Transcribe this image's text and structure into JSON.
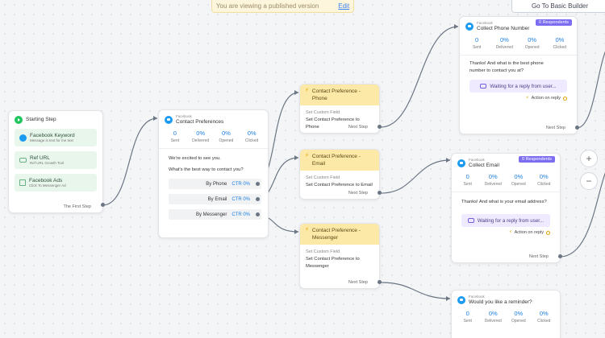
{
  "banner": {
    "text": "You are viewing a published version",
    "link": "Edit"
  },
  "basic_builder_label": "Go To Basic Builder",
  "zoom": {
    "in": "+",
    "out": "−"
  },
  "start": {
    "title": "Starting Step",
    "triggers": [
      {
        "title": "Facebook Keyword",
        "subtitle": "Message is text for me text"
      },
      {
        "title": "Ref URL",
        "subtitle": "Ref URL Growth Tool"
      },
      {
        "title": "Facebook Ads",
        "subtitle": "Click To Messenger Ad"
      }
    ],
    "footer": "The First Step"
  },
  "contact_prefs": {
    "platform": "Facebook",
    "title": "Contact Preferences",
    "stats": [
      {
        "value": "0",
        "label": "Sent"
      },
      {
        "value": "0%",
        "label": "Delivered"
      },
      {
        "value": "0%",
        "label": "Opened"
      },
      {
        "value": "0%",
        "label": "Clicked"
      }
    ],
    "message1": "We're excited to see you.",
    "message2": "What's the best way to contact you?",
    "options": [
      {
        "label": "By Phone",
        "ctr": "CTR 0%"
      },
      {
        "label": "By Email",
        "ctr": "CTR 0%"
      },
      {
        "label": "By Messenger",
        "ctr": "CTR 0%"
      }
    ]
  },
  "action_phone": {
    "title": "Contact Preference - Phone",
    "label": "Set Custom Field",
    "value": "Set Contact Preference to Phone",
    "footer": "Next Step"
  },
  "action_email": {
    "title": "Contact Preference - Email",
    "label": "Set Custom Field",
    "value": "Set Contact Preference to Email",
    "footer": "Next Step"
  },
  "action_messenger": {
    "title": "Contact Preference - Messenger",
    "label": "Set Custom Field",
    "value": "Set Contact Preference to Messenger",
    "footer": "Next Step"
  },
  "collect_phone": {
    "platform": "Facebook",
    "title": "Collect Phone Number",
    "badge": "0 Respondents",
    "stats": [
      {
        "value": "0",
        "label": "Sent"
      },
      {
        "value": "0%",
        "label": "Delivered"
      },
      {
        "value": "0%",
        "label": "Opened"
      },
      {
        "value": "0%",
        "label": "Clicked"
      }
    ],
    "message": "Thanks! And what is the best phone number to contact you at?",
    "waiting": "Waiting for a reply from user...",
    "reply": "Action on reply",
    "footer": "Next Step"
  },
  "collect_email": {
    "platform": "Facebook",
    "title": "Collect Email",
    "badge": "0 Respondents",
    "stats": [
      {
        "value": "0",
        "label": "Sent"
      },
      {
        "value": "0%",
        "label": "Delivered"
      },
      {
        "value": "0%",
        "label": "Opened"
      },
      {
        "value": "0%",
        "label": "Clicked"
      }
    ],
    "message": "Thanks! And what is your email address?",
    "waiting": "Waiting for a reply from user...",
    "reply": "Action on reply",
    "footer": "Next Step"
  },
  "reminder": {
    "platform": "Facebook",
    "title": "Would you like a reminder?",
    "stats": [
      {
        "value": "0",
        "label": "Sent"
      },
      {
        "value": "0%",
        "label": "Delivered"
      },
      {
        "value": "0%",
        "label": "Opened"
      },
      {
        "value": "0%",
        "label": "Clicked"
      }
    ]
  }
}
